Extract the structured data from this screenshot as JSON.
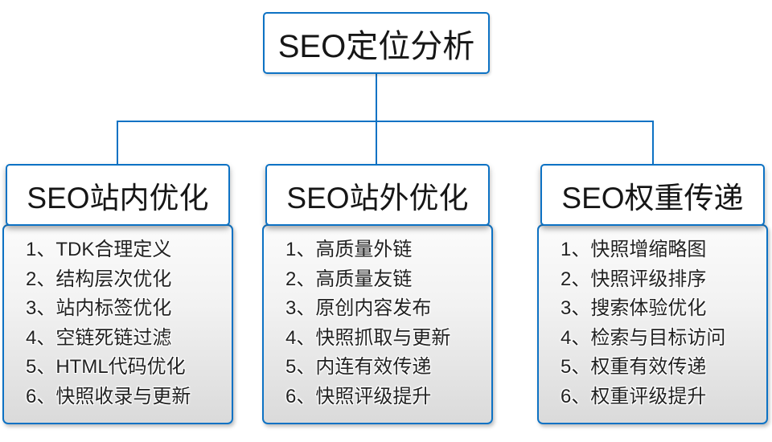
{
  "diagram": {
    "colors": {
      "connector_blue": "#0d72c4",
      "box_border_blue": "#0d72c4",
      "header_bg": "#ffffff",
      "list_bg_top": "#fbfbfb",
      "list_bg_bottom": "#dadada",
      "text": "#1a1a1a"
    },
    "root": {
      "title": "SEO定位分析"
    },
    "branches": [
      {
        "title": "SEO站内优化",
        "items": [
          "1、TDK合理定义",
          "2、结构层次优化",
          "3、站内标签优化",
          "4、空链死链过滤",
          "5、HTML代码优化",
          "6、快照收录与更新"
        ]
      },
      {
        "title": "SEO站外优化",
        "items": [
          "1、高质量外链",
          "2、高质量友链",
          "3、原创内容发布",
          "4、快照抓取与更新",
          "5、内连有效传递",
          "6、快照评级提升"
        ]
      },
      {
        "title": "SEO权重传递",
        "items": [
          "1、快照增缩略图",
          "2、快照评级排序",
          "3、搜索体验优化",
          "4、检索与目标访问",
          "5、权重有效传递",
          "6、权重评级提升"
        ]
      }
    ]
  }
}
